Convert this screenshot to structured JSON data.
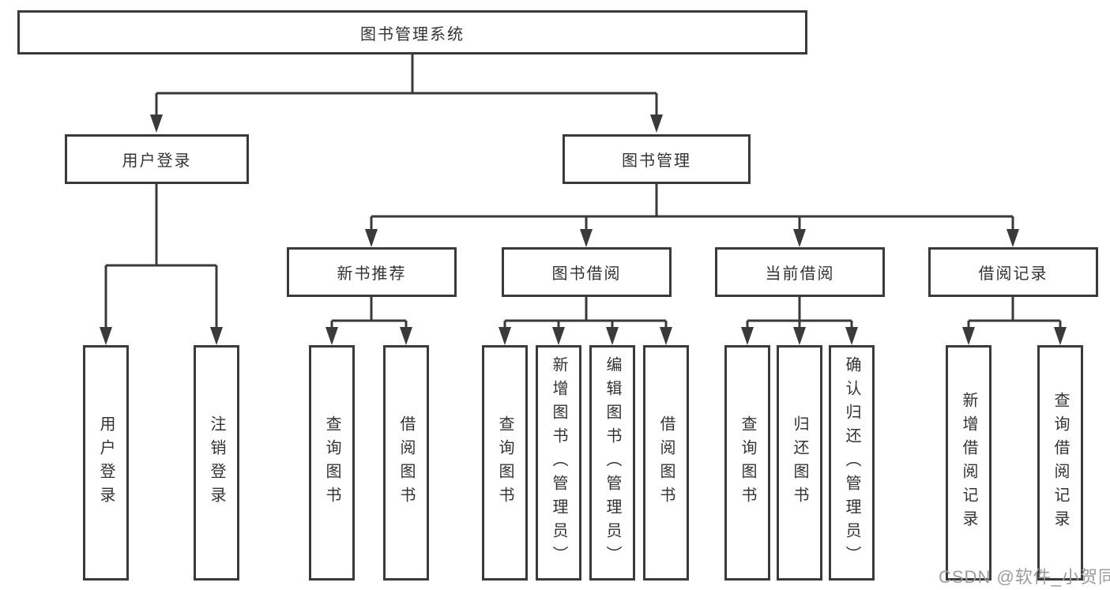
{
  "diagram": {
    "root": "图书管理系统",
    "level2": [
      {
        "label": "用户登录"
      },
      {
        "label": "图书管理"
      }
    ],
    "level3": [
      {
        "label": "新书推荐"
      },
      {
        "label": "图书借阅"
      },
      {
        "label": "当前借阅"
      },
      {
        "label": "借阅记录"
      }
    ],
    "leaves": {
      "user_login": [
        "用户登录",
        "注销登录"
      ],
      "new_book": [
        "查询图书",
        "借阅图书"
      ],
      "book_borrow": [
        "查询图书",
        "新增图书（管理员）",
        "编辑图书（管理员）",
        "借阅图书"
      ],
      "current_borrow": [
        "查询图书",
        "归还图书",
        "确认归还（管理员）"
      ],
      "borrow_record": [
        "新增借阅记录",
        "查询借阅记录"
      ]
    }
  },
  "watermark": "CSDN @软件_小贺同学",
  "colors": {
    "line": "#3a3a3a",
    "text": "#333333",
    "watermark": "#9c9c9c",
    "background": "#ffffff"
  }
}
